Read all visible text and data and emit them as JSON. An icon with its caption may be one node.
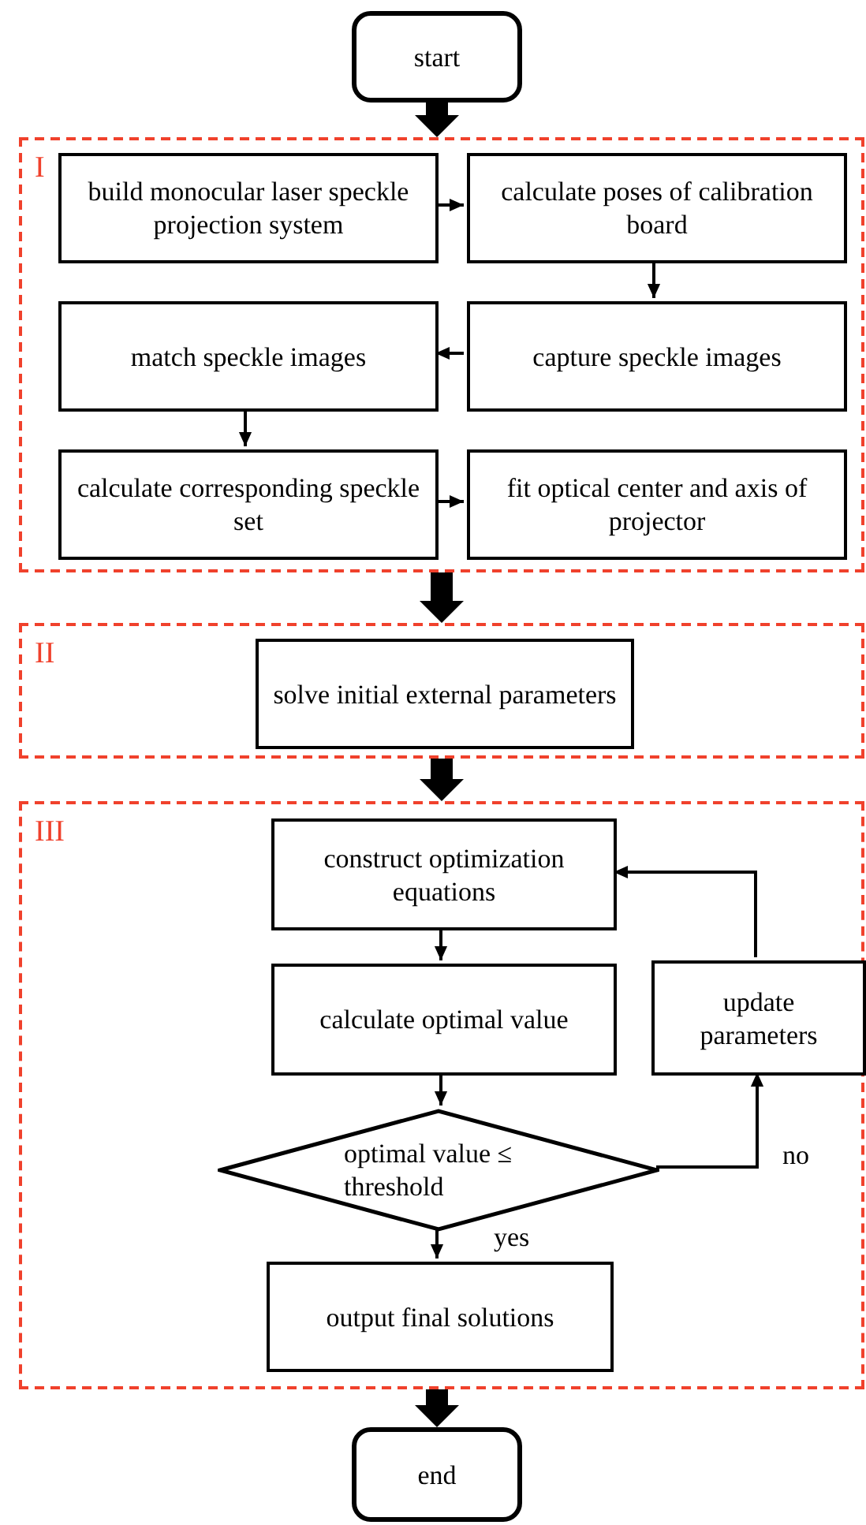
{
  "diagram": {
    "nodes": [
      {
        "text": [
          "start"
        ]
      },
      {
        "text": [
          "I"
        ]
      },
      {
        "text": [
          "build monocular laser speckle projection system"
        ],
        "in": 1
      },
      {
        "text": [
          "calculate poses of calibration board"
        ],
        "in": 1
      },
      {
        "text": [
          "match speckle images"
        ],
        "in": 1
      },
      {
        "text": [
          "capture speckle images"
        ],
        "in": 1
      },
      {
        "text": [
          "calculate corresponding speckle set"
        ],
        "in": 1
      },
      {
        "text": [
          "fit optical center and axis of projector"
        ],
        "in": 1
      },
      {
        "text": [
          "II"
        ]
      },
      {
        "text": [
          "solve initial external parameters"
        ],
        "in": 8
      },
      {
        "text": [
          "III"
        ]
      },
      {
        "text": [
          "construct optimization equations"
        ],
        "in": 10
      },
      {
        "text": [
          "calculate optimal value"
        ],
        "in": 10
      },
      {
        "text": [
          "update parameters"
        ],
        "in": 10
      },
      {
        "text": [
          "optimal value ≤ threshold"
        ],
        "in": 10
      },
      {
        "text": [
          "output final solutions"
        ],
        "in": 10
      },
      {
        "text": [
          "end"
        ]
      }
    ],
    "edges": [
      {
        "from": 0,
        "to": 1,
        "arrow": "to",
        "style": "thick"
      },
      {
        "from": 2,
        "to": 3,
        "arrow": "to"
      },
      {
        "from": 3,
        "to": 5,
        "arrow": "to"
      },
      {
        "from": 5,
        "to": 4,
        "arrow": "to"
      },
      {
        "from": 4,
        "to": 6,
        "arrow": "to"
      },
      {
        "from": 6,
        "to": 7,
        "arrow": "to"
      },
      {
        "from": 1,
        "to": 8,
        "arrow": "to",
        "style": "thick"
      },
      {
        "from": 8,
        "to": 10,
        "arrow": "to",
        "style": "thick"
      },
      {
        "from": 11,
        "to": 12,
        "arrow": "to"
      },
      {
        "from": 12,
        "to": 14,
        "arrow": "to"
      },
      {
        "from": 14,
        "to": 13,
        "arrow": "to",
        "label": "no"
      },
      {
        "from": 13,
        "to": 11,
        "arrow": "to"
      },
      {
        "from": 14,
        "to": 15,
        "arrow": "to",
        "label": "yes"
      },
      {
        "from": 10,
        "to": 16,
        "arrow": "to",
        "style": "thick"
      }
    ]
  }
}
